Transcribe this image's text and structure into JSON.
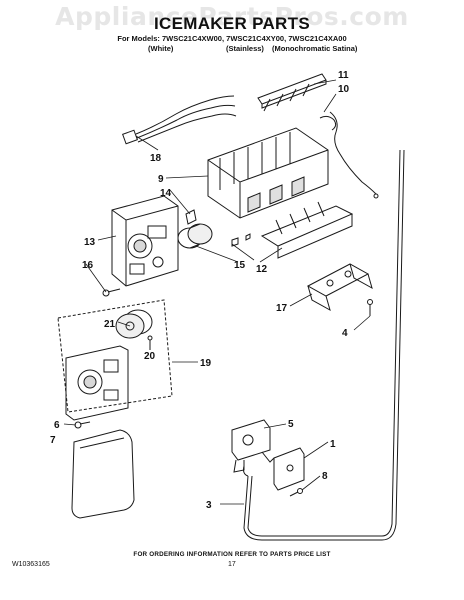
{
  "watermark": "AppliancePartsPros.com",
  "header": {
    "title": "ICEMAKER PARTS",
    "models": "For Models: 7WSC21C4XW00, 7WSC21C4XY00, 7WSC21C4XA00",
    "variants": [
      "(White)",
      "(Stainless)",
      "(Monochromatic Satina)"
    ]
  },
  "callouts": [
    "11",
    "10",
    "18",
    "9",
    "14",
    "13",
    "16",
    "15",
    "12",
    "17",
    "4",
    "21",
    "20",
    "19",
    "5",
    "6",
    "7",
    "1",
    "8",
    "3"
  ],
  "footer": {
    "ordering_note": "FOR ORDERING INFORMATION REFER TO PARTS PRICE LIST",
    "doc_number": "W10363165",
    "page_number": "17"
  },
  "colors": {
    "line": "#1a1a1a",
    "watermark": "#e6e6e6",
    "shade": "#d8d8d8"
  }
}
